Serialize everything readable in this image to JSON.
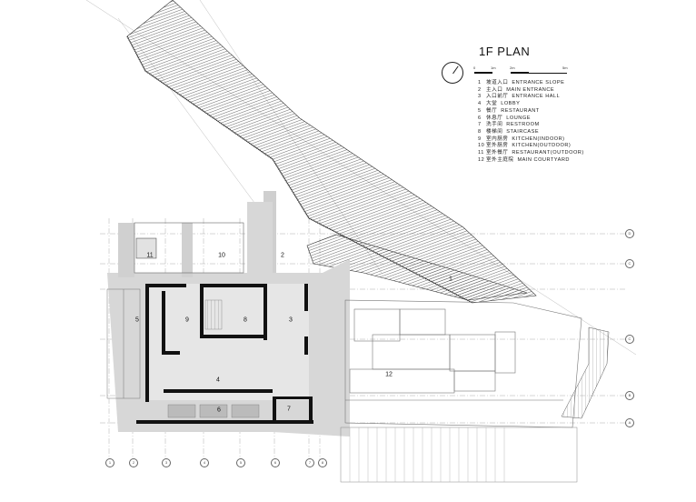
{
  "plan": {
    "title": "1F PLAN",
    "scale_labels": [
      "0",
      "1m",
      "2m",
      "5m"
    ],
    "legend": [
      {
        "num": "1",
        "zh": "坡道入口",
        "en": "ENTRANCE SLOPE"
      },
      {
        "num": "2",
        "zh": "主入口",
        "en": "MAIN ENTRANCE"
      },
      {
        "num": "3",
        "zh": "入口前厅",
        "en": "ENTRANCE HALL"
      },
      {
        "num": "4",
        "zh": "大堂",
        "en": "LOBBY"
      },
      {
        "num": "5",
        "zh": "餐厅",
        "en": "RESTAURANT"
      },
      {
        "num": "6",
        "zh": "休息厅",
        "en": "LOUNGE"
      },
      {
        "num": "7",
        "zh": "洗手间",
        "en": "RESTROOM"
      },
      {
        "num": "8",
        "zh": "楼梯间",
        "en": "STAIRCASE"
      },
      {
        "num": "9",
        "zh": "室内厨房",
        "en": "KITCHEN(INDOOR)"
      },
      {
        "num": "10",
        "zh": "室外厨房",
        "en": "KITCHEN(OUTDOOR)"
      },
      {
        "num": "11",
        "zh": "室外餐厅",
        "en": "RESTAURANT(OUTDOOR)"
      },
      {
        "num": "12",
        "zh": "室外主庭院",
        "en": "MAIN COURTYARD"
      }
    ],
    "room_labels": [
      "1",
      "2",
      "3",
      "4",
      "5",
      "6",
      "7",
      "8",
      "9",
      "10",
      "11",
      "12"
    ],
    "grid_right": [
      "D",
      "C",
      "C",
      "B",
      "A"
    ],
    "grid_bottom": [
      "1",
      "2",
      "3",
      "4",
      "5",
      "6",
      "7",
      "8"
    ]
  }
}
